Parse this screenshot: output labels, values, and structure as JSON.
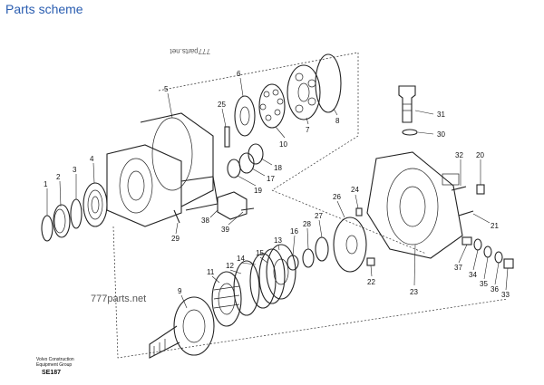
{
  "header": {
    "title": "Parts scheme"
  },
  "watermarks": {
    "top": "777parts.net",
    "middle": "777parts.net"
  },
  "caption": {
    "line1": "Volvo Construction",
    "line2": "Equipment Group",
    "code": "SE187"
  },
  "callouts": [
    {
      "n": "1"
    },
    {
      "n": "2"
    },
    {
      "n": "3"
    },
    {
      "n": "4"
    },
    {
      "n": "5"
    },
    {
      "n": "6"
    },
    {
      "n": "7"
    },
    {
      "n": "8"
    },
    {
      "n": "9"
    },
    {
      "n": "10"
    },
    {
      "n": "11"
    },
    {
      "n": "12"
    },
    {
      "n": "13"
    },
    {
      "n": "14"
    },
    {
      "n": "15"
    },
    {
      "n": "16"
    },
    {
      "n": "17"
    },
    {
      "n": "18"
    },
    {
      "n": "19"
    },
    {
      "n": "20"
    },
    {
      "n": "21"
    },
    {
      "n": "22"
    },
    {
      "n": "23"
    },
    {
      "n": "24"
    },
    {
      "n": "25"
    },
    {
      "n": "26"
    },
    {
      "n": "27"
    },
    {
      "n": "28"
    },
    {
      "n": "29"
    },
    {
      "n": "30"
    },
    {
      "n": "31"
    },
    {
      "n": "32"
    },
    {
      "n": "33"
    },
    {
      "n": "34"
    },
    {
      "n": "35"
    },
    {
      "n": "36"
    },
    {
      "n": "37"
    },
    {
      "n": "38"
    },
    {
      "n": "39"
    }
  ]
}
